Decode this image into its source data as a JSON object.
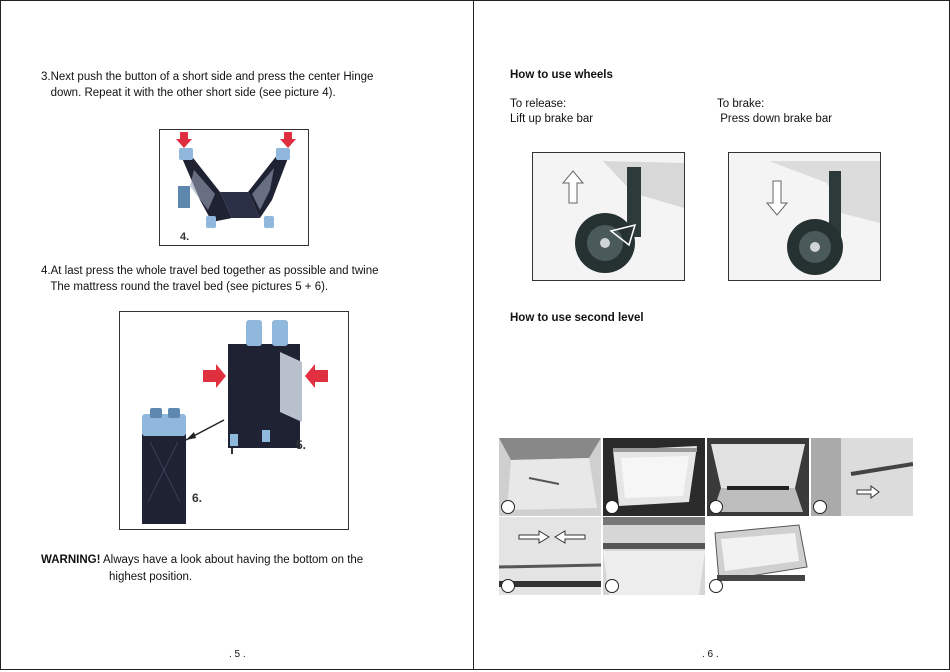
{
  "left_page": {
    "step3_line1": "3.Next push the button of a short side and press the center Hinge",
    "step3_line2": "   down. Repeat it with the other short side (see picture 4).",
    "fig4_label": "4.",
    "step4_line1": "4.At last press the whole travel bed together as possible and twine",
    "step4_line2": "   The mattress round the travel bed (see pictures 5 + 6).",
    "fig5_label": "5.",
    "fig6_label": "6.",
    "warning_label": "WARNING!",
    "warning_line1": " Always have a look about having the bottom on the",
    "warning_line2": "highest position.",
    "page_number": ". 5 ."
  },
  "right_page": {
    "wheels_heading": "How to use wheels",
    "release_title": "To release:",
    "release_text": "Lift up brake bar",
    "brake_title": "To brake:",
    "brake_text": " Press down brake bar",
    "second_level_heading": "How to use second level",
    "page_number": ". 6 ."
  },
  "colors": {
    "accent_red": "#e03040",
    "bed_fabric": "#1e2233",
    "light_blue": "#8fb8dc"
  }
}
